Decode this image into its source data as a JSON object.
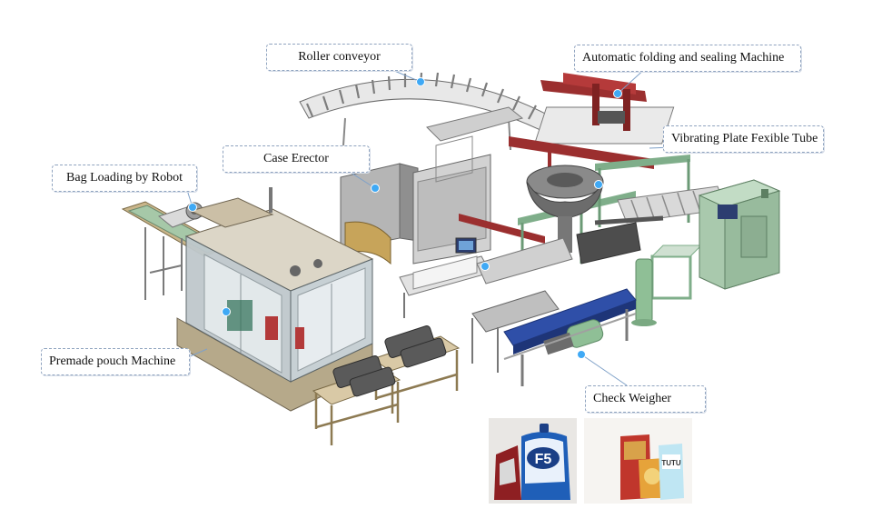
{
  "labels": {
    "roller_conveyor": "Roller conveyor",
    "folding_sealing": "Automatic folding and sealing Machine",
    "vibrating_plate": "Vibrating Plate Fexible Tube",
    "case_erector": "Case Erector",
    "bag_loading": "Bag Loading by Robot",
    "premade_pouch": "Premade pouch Machine",
    "check_weigher": "Check Weigher"
  },
  "product_photos": {
    "left": {
      "pouch_print": "F5"
    },
    "right": {
      "pouch_print": "TUTU"
    }
  },
  "colors": {
    "callout_border": "#8fa3bf",
    "marker_dot": "#3fa9f5",
    "frame_red": "#9b2f2f",
    "frame_green": "#7fae8a",
    "conveyor_blue": "#2f4fa8",
    "machine_gray": "#c9c9c9",
    "panel_green": "#a9c9ad"
  },
  "icons": [
    "machine-marker-dot"
  ]
}
